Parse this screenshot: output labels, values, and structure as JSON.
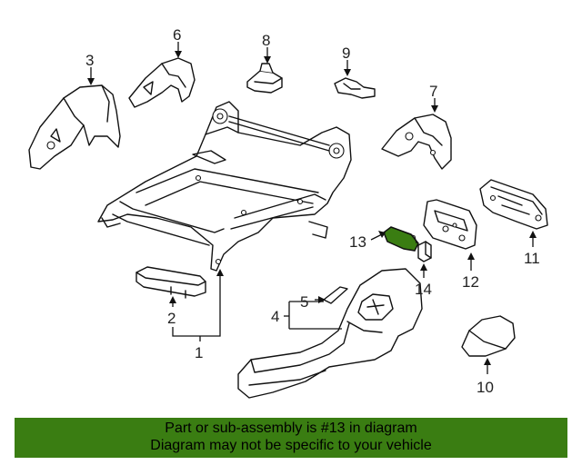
{
  "callouts": {
    "n1": "1",
    "n2": "2",
    "n3": "3",
    "n4": "4",
    "n5": "5",
    "n6": "6",
    "n7": "7",
    "n8": "8",
    "n9": "9",
    "n10": "10",
    "n11": "11",
    "n12": "12",
    "n13": "13",
    "n14": "14"
  },
  "highlight": {
    "part": "13",
    "color": "#3a7d12"
  },
  "footer": {
    "line1": "Part or sub-assembly is #13 in diagram",
    "line2": "Diagram may not be specific to your vehicle",
    "background": "#3a7d12"
  }
}
